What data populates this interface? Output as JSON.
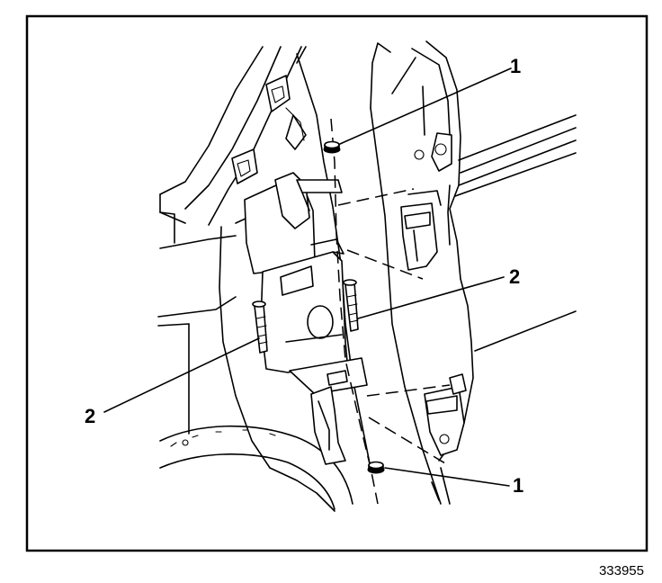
{
  "figure": {
    "callouts": [
      {
        "id": "upper-nut",
        "label": "1"
      },
      {
        "id": "upper-bolt",
        "label": "2"
      },
      {
        "id": "lower-bolt",
        "label": "2"
      },
      {
        "id": "lower-nut",
        "label": "1"
      }
    ],
    "reference_number": "333955"
  }
}
